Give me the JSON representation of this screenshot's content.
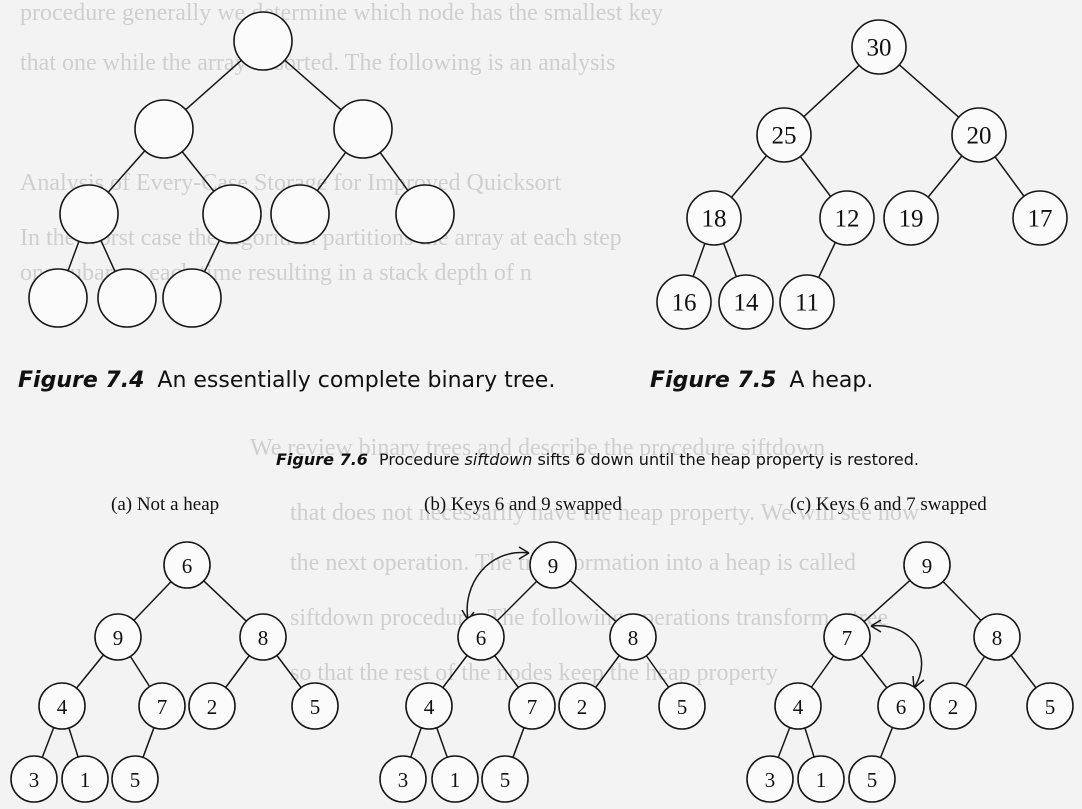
{
  "page": {
    "background_color": "#f3f3f3",
    "ink_color": "#161616",
    "bleed_color": "#cfcfcf"
  },
  "figure_7_4": {
    "label": "Figure 7.4",
    "caption": "An essentially complete binary tree."
  },
  "figure_7_5": {
    "label": "Figure 7.5",
    "caption": "A heap.",
    "tree": [
      30,
      25,
      20,
      18,
      12,
      19,
      17,
      16,
      14,
      11
    ]
  },
  "figure_7_6": {
    "label": "Figure 7.6",
    "caption_prefix": "Procedure",
    "procedure_name": "siftdown",
    "caption_suffix": "sifts 6 down until the heap property is restored.",
    "panels": [
      {
        "label": "(a) Not a heap",
        "tree": [
          6,
          9,
          8,
          4,
          7,
          2,
          5,
          3,
          1,
          5
        ]
      },
      {
        "label": "(b) Keys 6 and 9 swapped",
        "tree": [
          9,
          6,
          8,
          4,
          7,
          2,
          5,
          3,
          1,
          5
        ],
        "swapped": [
          6,
          9
        ]
      },
      {
        "label": "(c) Keys 6 and 7 swapped",
        "tree": [
          9,
          7,
          8,
          4,
          6,
          2,
          5,
          3,
          1,
          5
        ],
        "swapped": [
          6,
          7
        ]
      }
    ]
  }
}
